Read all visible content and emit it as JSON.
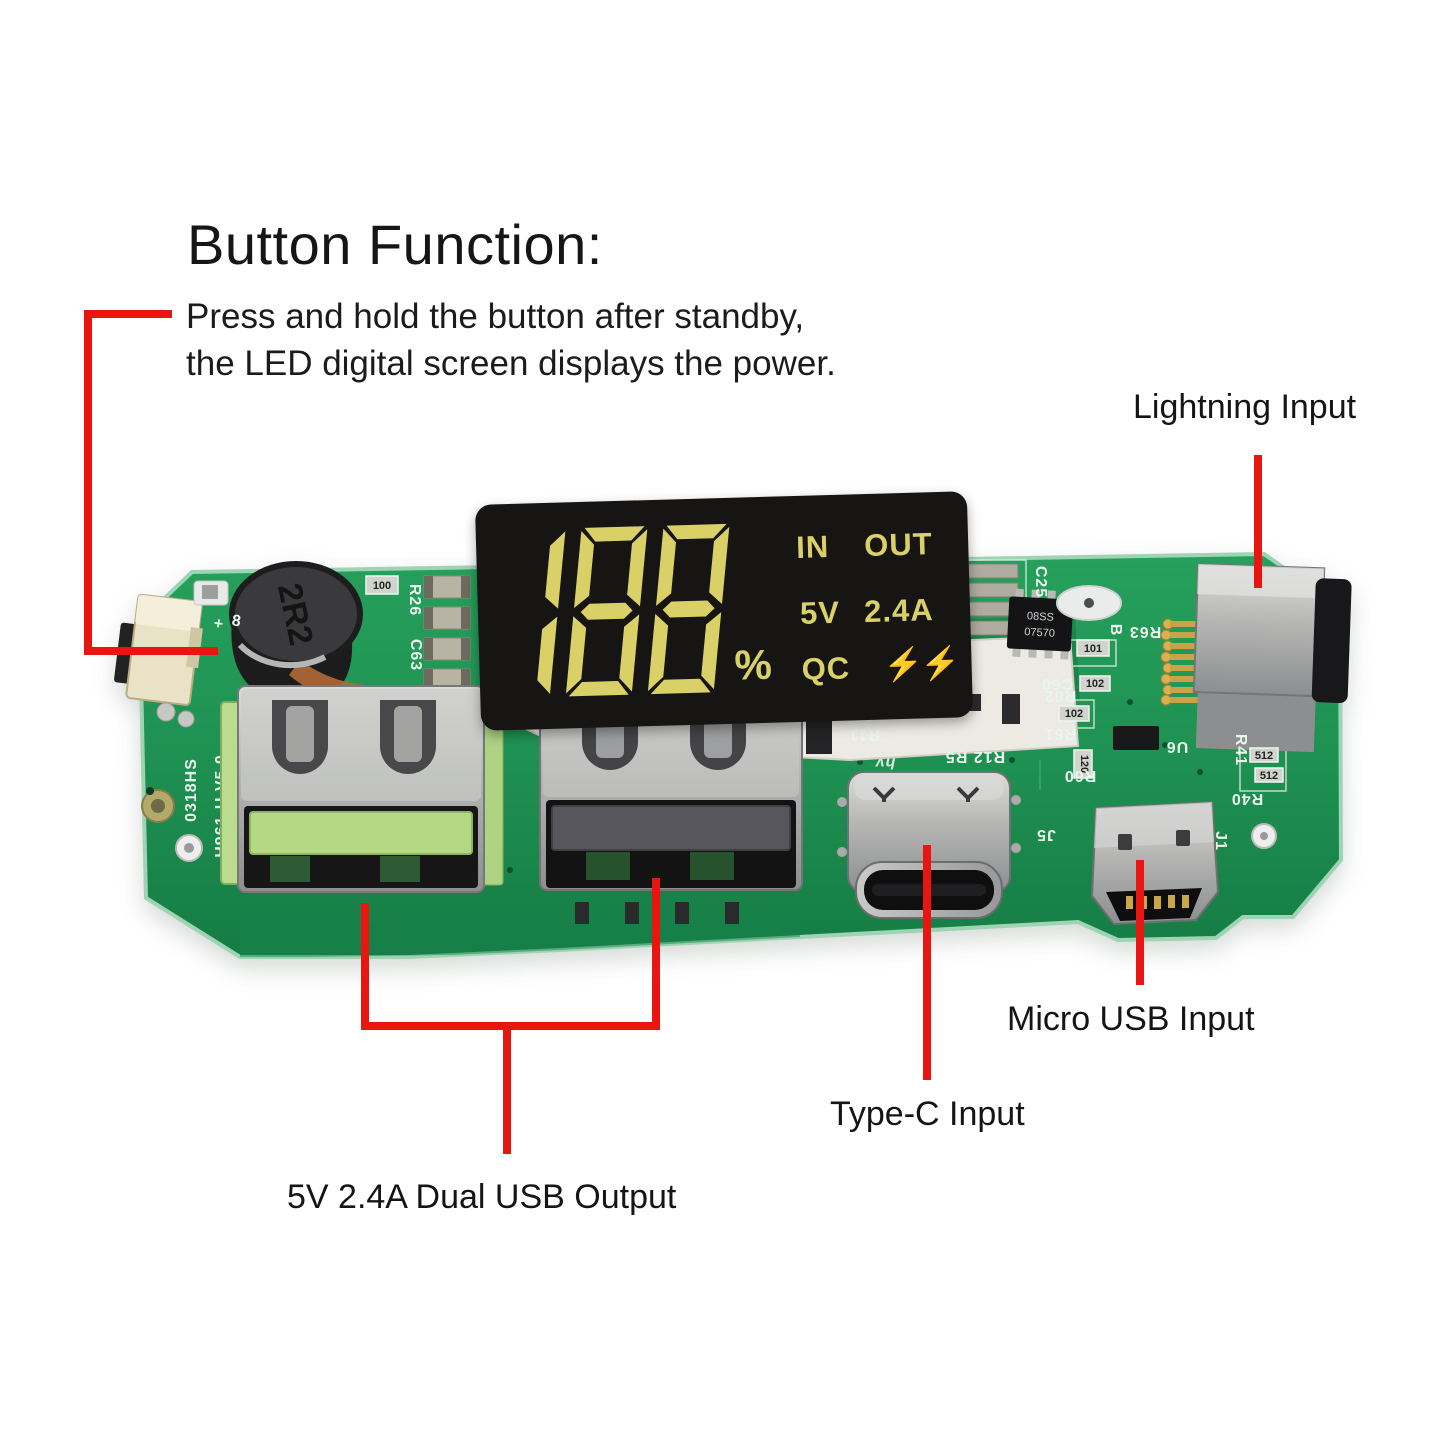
{
  "annotations": {
    "heading": "Button Function:",
    "description_line1": "Press and hold the button after standby,",
    "description_line2": "the LED digital screen displays the power.",
    "lightning_input": "Lightning Input",
    "micro_usb_input": "Micro USB Input",
    "type_c_input": "Type-C Input",
    "dual_usb_output": "5V 2.4A Dual USB Output"
  },
  "display": {
    "value": "188",
    "in_label": "IN",
    "out_label": "OUT",
    "volt_label": "5V",
    "amp_label": "2.4A",
    "percent_label": "%",
    "qc_label": "QC",
    "bolt_icons": "⚡⚡"
  },
  "silkscreen": {
    "inductor": "2R2",
    "date_code": "0318HS",
    "model": "H961-U V5.0",
    "plus": "+",
    "eight": "8",
    "c25": "C25",
    "b_mark": "B",
    "r63": "R63",
    "c60": "C60",
    "r62": "R62",
    "r61": "R61",
    "r60": "R60",
    "u6": "U6",
    "r41": "R41",
    "r40": "R40",
    "j5": "J5",
    "j1": "J1",
    "r11": "R11",
    "r12_r5": "R12 R5",
    "r26": "R26",
    "c63": "C63",
    "v100": "100",
    "v101": "101",
    "v102a": "102",
    "v102b": "102",
    "v120": "120",
    "v512a": "512",
    "v512b": "512",
    "ic_line1": "08SS",
    "ic_line2": "07570",
    "watermark": "hy"
  },
  "colors": {
    "annotation_red": "#e81511",
    "pcb_green": "#1f9152",
    "pcb_dark": "#0e6238",
    "display_bg": "#171513",
    "display_yellow": "#d9d168",
    "text_black": "#1a1a1a"
  }
}
